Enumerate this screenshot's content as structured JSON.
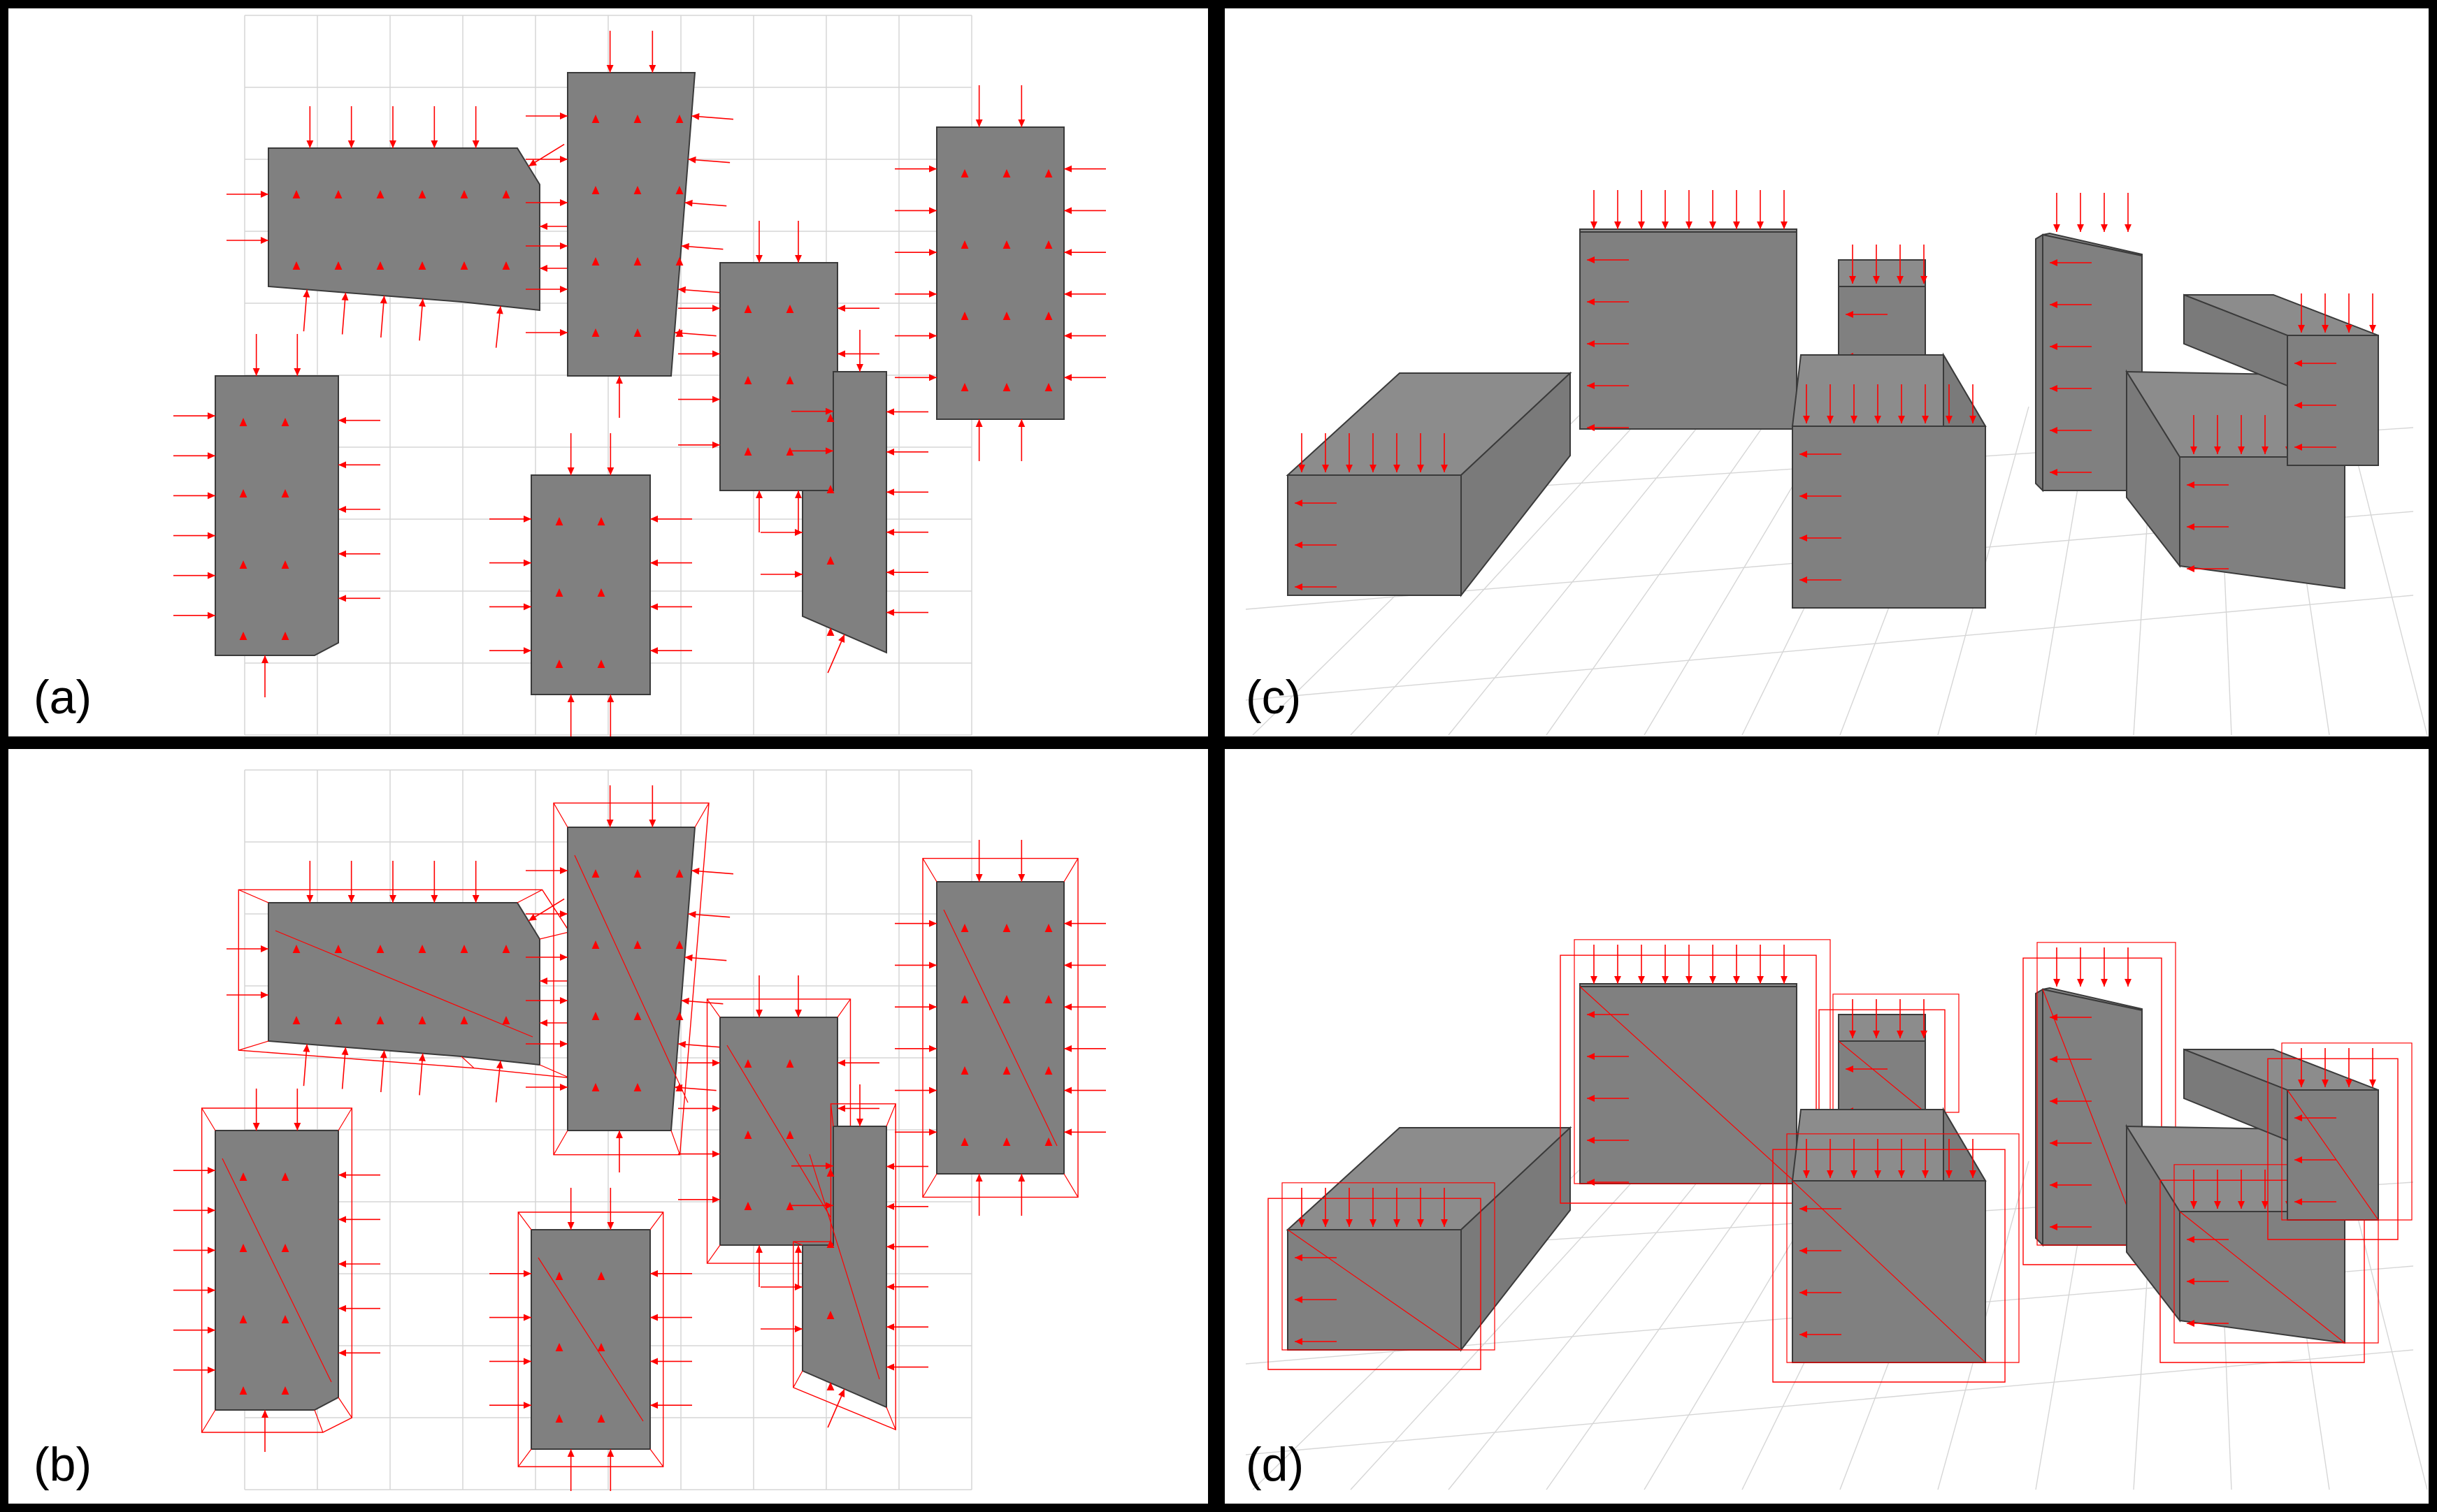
{
  "figure": {
    "panels": [
      {
        "id": "a",
        "label": "(a)",
        "view": "top-down",
        "overlay": "arrows"
      },
      {
        "id": "b",
        "label": "(b)",
        "view": "top-down",
        "overlay": "arrows-with-wireframe"
      },
      {
        "id": "c",
        "label": "(c)",
        "view": "perspective",
        "overlay": "arrows"
      },
      {
        "id": "d",
        "label": "(d)",
        "view": "perspective",
        "overlay": "arrows-with-wireframe"
      }
    ]
  },
  "colors": {
    "background": "#ffffff",
    "border": "#000000",
    "grid": "#d6d6d6",
    "box_fill": "#808080",
    "box_edge": "#3a3a3a",
    "arrow": "#ff0000"
  }
}
